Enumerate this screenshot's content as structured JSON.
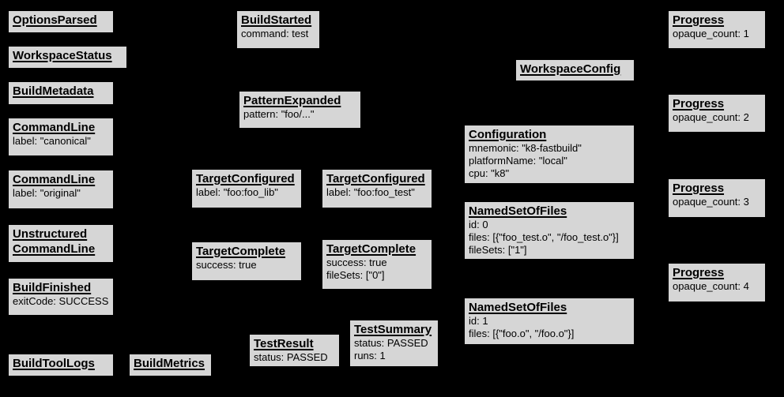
{
  "colors": {
    "background": "#000000",
    "box_fill": "#d6d6d6",
    "box_border": "#000000",
    "text": "#000000"
  },
  "boxes": [
    {
      "title": "OptionsParsed",
      "lines": []
    },
    {
      "title": "WorkspaceStatus",
      "lines": []
    },
    {
      "title": "BuildMetadata",
      "lines": []
    },
    {
      "title": "CommandLine",
      "lines": [
        "label: \"canonical\""
      ]
    },
    {
      "title": "CommandLine",
      "lines": [
        "label: \"original\""
      ]
    },
    {
      "title": "Unstructured CommandLine",
      "lines": []
    },
    {
      "title": "BuildFinished",
      "lines": [
        "exitCode: SUCCESS"
      ]
    },
    {
      "title": "BuildToolLogs",
      "lines": []
    },
    {
      "title": "BuildMetrics",
      "lines": []
    },
    {
      "title": "BuildStarted",
      "lines": [
        "command: test"
      ]
    },
    {
      "title": "PatternExpanded",
      "lines": [
        "pattern: \"foo/...\""
      ]
    },
    {
      "title": "TargetConfigured",
      "lines": [
        "label: \"foo:foo_lib\""
      ]
    },
    {
      "title": "TargetConfigured",
      "lines": [
        "label: \"foo:foo_test\""
      ]
    },
    {
      "title": "TargetComplete",
      "lines": [
        "success: true"
      ]
    },
    {
      "title": "TargetComplete",
      "lines": [
        "success: true",
        "fileSets: [\"0\"]"
      ]
    },
    {
      "title": "TestResult",
      "lines": [
        "status: PASSED"
      ]
    },
    {
      "title": "TestSummary",
      "lines": [
        "status: PASSED",
        "runs: 1"
      ]
    },
    {
      "title": "WorkspaceConfig",
      "lines": []
    },
    {
      "title": "Configuration",
      "lines": [
        "mnemonic: \"k8-fastbuild\"",
        "platformName: \"local\"",
        "cpu: \"k8\""
      ]
    },
    {
      "title": "NamedSetOfFiles",
      "lines": [
        "id: 0",
        "files: [{\"foo_test.o\", \"/foo_test.o\"}]",
        "fileSets: [\"1\"]"
      ]
    },
    {
      "title": "NamedSetOfFiles",
      "lines": [
        "id: 1",
        "files: [{\"foo.o\", \"/foo.o\"}]"
      ]
    },
    {
      "title": "Progress",
      "lines": [
        "opaque_count: 1"
      ]
    },
    {
      "title": "Progress",
      "lines": [
        "opaque_count: 2"
      ]
    },
    {
      "title": "Progress",
      "lines": [
        "opaque_count: 3"
      ]
    },
    {
      "title": "Progress",
      "lines": [
        "opaque_count: 4"
      ]
    }
  ]
}
